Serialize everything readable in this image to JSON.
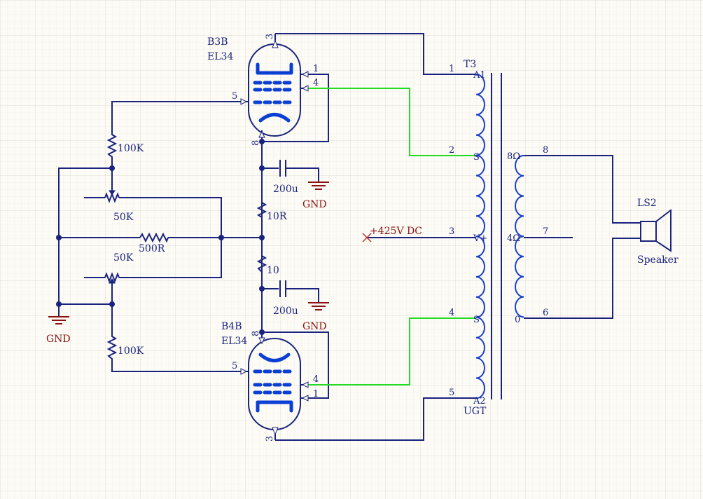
{
  "colors": {
    "background": "#fdfbf5",
    "grid": "#e6e2da",
    "wire": "#1a237e",
    "net_wire": "#22dd22",
    "component": "#0b3fd4",
    "label": "#1a237e",
    "ground": "#8b1010"
  },
  "tubes": {
    "top": {
      "designator": "B3B",
      "type": "EL34"
    },
    "bottom": {
      "designator": "B4B",
      "type": "EL34"
    }
  },
  "tube_pins": {
    "anode": "3",
    "cathode": "8",
    "g1": "5",
    "g2": "4",
    "g3": "1"
  },
  "resistors": {
    "r_grid_top": "100K",
    "r_grid_bottom": "100K",
    "pot_top": "50K",
    "pot_bottom": "50K",
    "r_balance": "500R",
    "r_cathode_top": "10R",
    "r_cathode_bottom": "10"
  },
  "capacitors": {
    "c_top": "200u",
    "c_bottom": "200u"
  },
  "grounds": {
    "label": "GND"
  },
  "supply": {
    "label": "+425V DC"
  },
  "transformer": {
    "designator": "T3",
    "type_label": "UGT",
    "primary_taps": [
      "A1",
      "S",
      "V+",
      "S",
      "A2"
    ],
    "primary_pins": [
      "1",
      "2",
      "3",
      "4",
      "5"
    ],
    "secondary_taps": [
      "8Ω",
      "4Ω",
      "0"
    ],
    "secondary_pins": [
      "8",
      "7",
      "6"
    ]
  },
  "speaker": {
    "designator": "LS2",
    "name": "Speaker"
  }
}
